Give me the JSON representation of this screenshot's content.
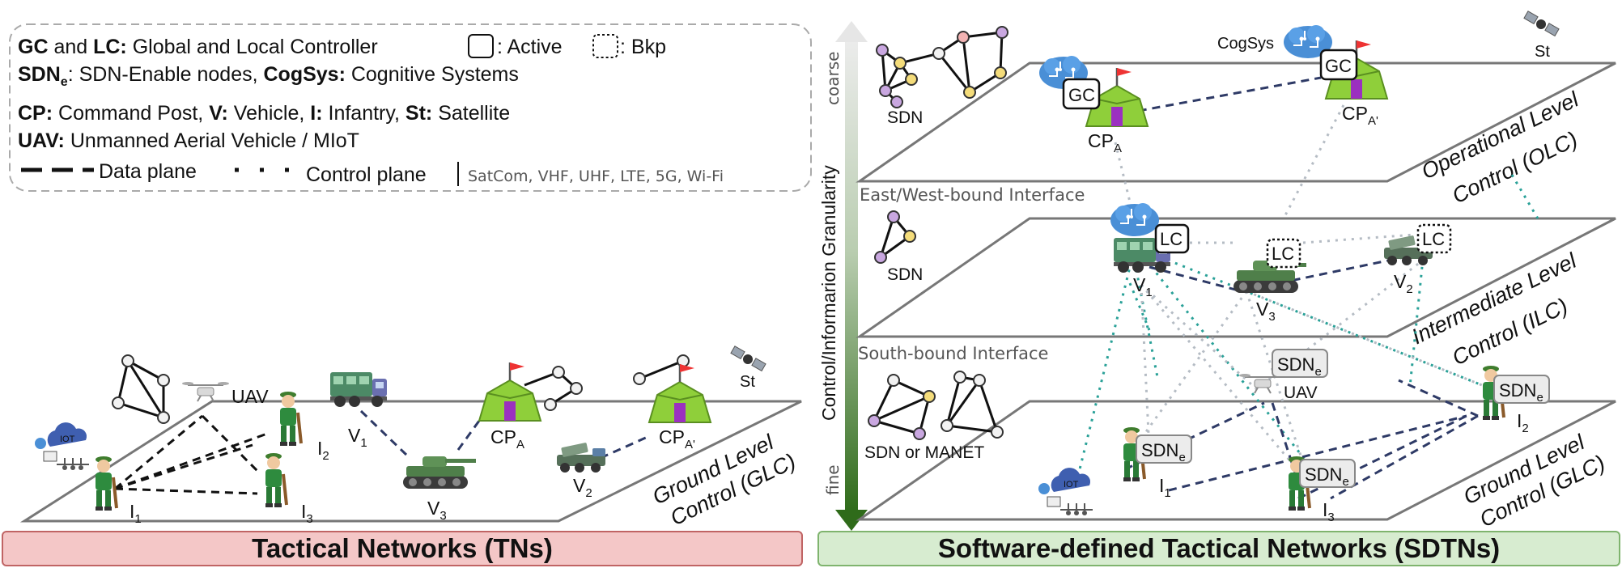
{
  "legend": {
    "line1_gc": "GC",
    "line1_and": " and ",
    "line1_lc": "LC:",
    "line1_rest": " Global and Local Controller",
    "active": ": Active",
    "bkp": ": Bkp",
    "line2_sdn": "SDN",
    "line2_sub": "e",
    "line2_mid": ": SDN-Enable nodes, ",
    "line2_cog": "CogSys:",
    "line2_rest": " Cognitive Systems",
    "line3_cp": "CP:",
    "line3_a": " Command Post, ",
    "line3_v": "V:",
    "line3_b": " Vehicle, ",
    "line3_i": "I:",
    "line3_c": " Infantry, ",
    "line3_st": "St:",
    "line3_d": " Satellite",
    "line4_uav": "UAV:",
    "line4_rest": " Unmanned Aerial Vehicle / MIoT",
    "data_plane": "Data plane",
    "control_plane": "Control plane",
    "links": "SatCom, VHF, UHF, LTE, 5G, Wi-Fi"
  },
  "left": {
    "uav": "UAV",
    "st": "St",
    "v1": "V",
    "v1_sub": "1",
    "v2": "V",
    "v2_sub": "2",
    "v3": "V",
    "v3_sub": "3",
    "i1": "I",
    "i1_sub": "1",
    "i2": "I",
    "i2_sub": "2",
    "i3": "I",
    "i3_sub": "3",
    "cpa": "CP",
    "cpa_sub": "A",
    "cpa2": "CP",
    "cpa2_sub": "A'",
    "plane_line1": "Ground Level",
    "plane_line2": "Control (GLC)",
    "iot": "IOT"
  },
  "axis": {
    "title": "Control/Informarion Granularity",
    "coarse": "coarse",
    "fine": "fine"
  },
  "right": {
    "olc_line1": "Operational Level",
    "olc_line2": "Control (OLC)",
    "ilc_line1": "Intermediate Level",
    "ilc_line2": "Control (ILC)",
    "glc_line1": "Ground Level",
    "glc_line2": "Control (GLC)",
    "ew_interface": "East/West-bound Interface",
    "sb_interface": "South-bound Interface",
    "sdn_top": "SDN",
    "sdn_mid": "SDN",
    "sdn_manet": "SDN or MANET",
    "cogsys": "CogSys",
    "st": "St",
    "gc": "GC",
    "lc": "LC",
    "cpa": "CP",
    "cpa_sub": "A",
    "cpa2": "CP",
    "cpa2_sub": "A'",
    "v1": "V",
    "v1_sub": "1",
    "v2": "V",
    "v2_sub": "2",
    "v3": "V",
    "v3_sub": "3",
    "uav": "UAV",
    "sdne": "SDN",
    "sdne_sub": "e",
    "i1": "I",
    "i1_sub": "1",
    "i2": "I",
    "i2_sub": "2",
    "i3": "I",
    "i3_sub": "3",
    "iot": "IOT"
  },
  "banners": {
    "left": "Tactical Networks (TNs)",
    "right": "Software-defined Tactical Networks (SDTNs)"
  },
  "colors": {
    "node_purple": "#c9a7e0",
    "node_yellow": "#f4dc7a",
    "node_pink": "#f2b3b3",
    "node_gray": "#f2f2f2",
    "data_line": "#2e3a66",
    "control_line": "#2aa198",
    "axis_top": "#e8e8e8",
    "axis_bottom": "#2f6b1a",
    "tent": "#8fcf3a",
    "tent_door": "#9b30c0",
    "brain": "#4a8fd6",
    "soldier": "#2e8b3e",
    "tank": "#4f7f4a"
  }
}
